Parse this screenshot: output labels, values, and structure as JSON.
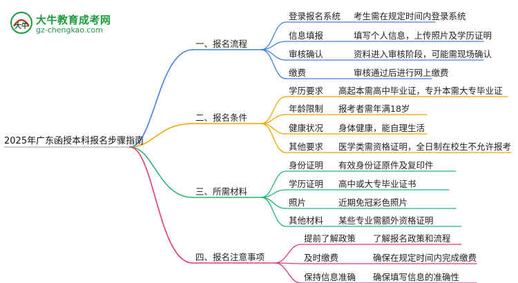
{
  "logo": {
    "title": "大牛教育成考网",
    "url": "gz-chengkao.com",
    "badge_text": "大牛"
  },
  "colors": {
    "branch1": "#3f7fe0",
    "branch2": "#f0a500",
    "branch3": "#22b573",
    "branch4": "#e0367a"
  },
  "root": "2025年广东函授本科报名步骤指南",
  "branches": [
    {
      "label": "一、报名流程",
      "items": [
        {
          "key": "登录报名系统",
          "value": "考生需在规定时间内登录系统"
        },
        {
          "key": "信息填报",
          "value": "填写个人信息，上传照片及学历证明"
        },
        {
          "key": "审核确认",
          "value": "资料进入审核阶段，可能需现场确认"
        },
        {
          "key": "缴费",
          "value": "审核通过后进行网上缴费"
        }
      ]
    },
    {
      "label": "二、报名条件",
      "items": [
        {
          "key": "学历要求",
          "value": "高起本需高中毕业证，专升本需大专毕业证"
        },
        {
          "key": "年龄限制",
          "value": "报考者需年满18岁"
        },
        {
          "key": "健康状况",
          "value": "身体健康，能自理生活"
        },
        {
          "key": "其他要求",
          "value": "医学类需资格证明，全日制在校生不允许报考"
        }
      ]
    },
    {
      "label": "三、所需材料",
      "items": [
        {
          "key": "身份证明",
          "value": "有效身份证原件及复印件"
        },
        {
          "key": "学历证明",
          "value": "高中或大专毕业证书"
        },
        {
          "key": "照片",
          "value": "近期免冠彩色照片"
        },
        {
          "key": "其他材料",
          "value": "某些专业需额外资格证明"
        }
      ]
    },
    {
      "label": "四、报名注意事项",
      "items": [
        {
          "key": "提前了解政策",
          "value": "了解报名政策和流程"
        },
        {
          "key": "及时缴费",
          "value": "确保在规定时间内完成缴费"
        },
        {
          "key": "保持信息准确",
          "value": "确保填写信息的准确性"
        }
      ]
    }
  ]
}
